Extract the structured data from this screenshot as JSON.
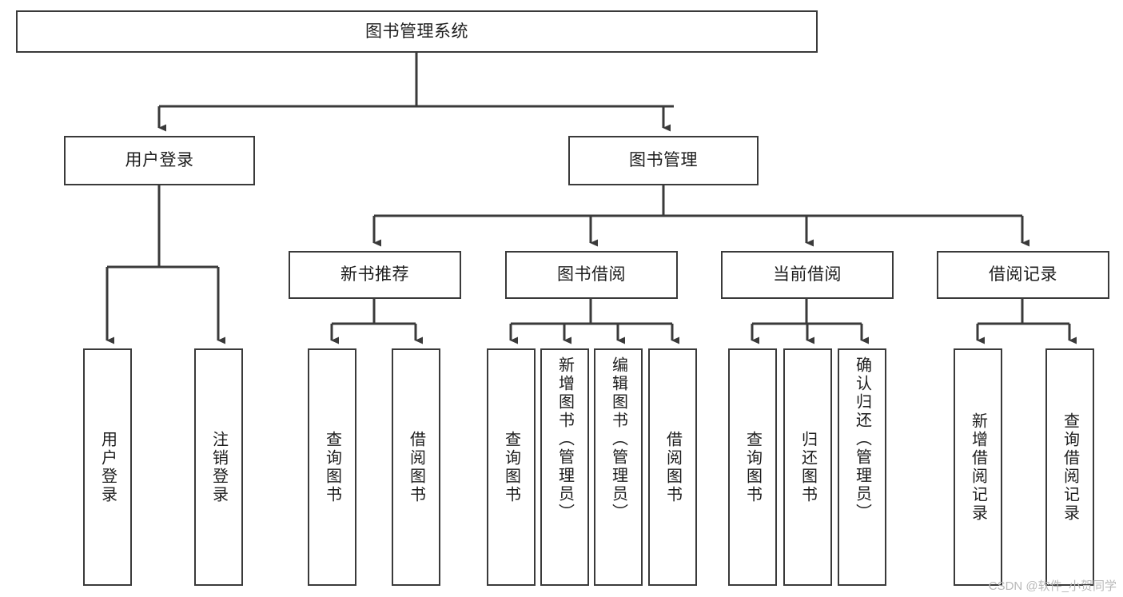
{
  "diagram": {
    "title": "图书管理系统",
    "root": {
      "id": "root",
      "label": "图书管理系统"
    },
    "level2": [
      {
        "id": "user-login",
        "label": "用户登录"
      },
      {
        "id": "book-management",
        "label": "图书管理"
      }
    ],
    "level3": [
      {
        "id": "new-book-recommend",
        "label": "新书推荐"
      },
      {
        "id": "book-borrow",
        "label": "图书借阅"
      },
      {
        "id": "current-borrow",
        "label": "当前借阅"
      },
      {
        "id": "borrow-record",
        "label": "借阅记录"
      }
    ],
    "leaves": [
      {
        "id": "leaf-user-login",
        "label": "用户登录",
        "parent": "user-login"
      },
      {
        "id": "leaf-logout-login",
        "label": "注销登录",
        "parent": "user-login"
      },
      {
        "id": "leaf-query-book-1",
        "label": "查询图书",
        "parent": "new-book-recommend"
      },
      {
        "id": "leaf-borrow-book-1",
        "label": "借阅图书",
        "parent": "new-book-recommend"
      },
      {
        "id": "leaf-query-book-2",
        "label": "查询图书",
        "parent": "book-borrow"
      },
      {
        "id": "leaf-add-book",
        "label": "新增图书（管理员）",
        "parent": "book-borrow"
      },
      {
        "id": "leaf-edit-book",
        "label": "编辑图书（管理员）",
        "parent": "book-borrow"
      },
      {
        "id": "leaf-borrow-book-2",
        "label": "借阅图书",
        "parent": "book-borrow"
      },
      {
        "id": "leaf-query-book-3",
        "label": "查询图书",
        "parent": "current-borrow"
      },
      {
        "id": "leaf-return-book",
        "label": "归还图书",
        "parent": "current-borrow"
      },
      {
        "id": "leaf-confirm-return",
        "label": "确认归还（管理员）",
        "parent": "current-borrow"
      },
      {
        "id": "leaf-add-record",
        "label": "新增借阅记录",
        "parent": "borrow-record"
      },
      {
        "id": "leaf-query-record",
        "label": "查询借阅记录",
        "parent": "borrow-record"
      }
    ],
    "colors": {
      "stroke": "#3a3a3a",
      "background": "#ffffff",
      "text": "#1d1d1d",
      "watermark": "#b9b9b9"
    }
  },
  "watermark": {
    "text": "CSDN @软件_小贺同学"
  }
}
